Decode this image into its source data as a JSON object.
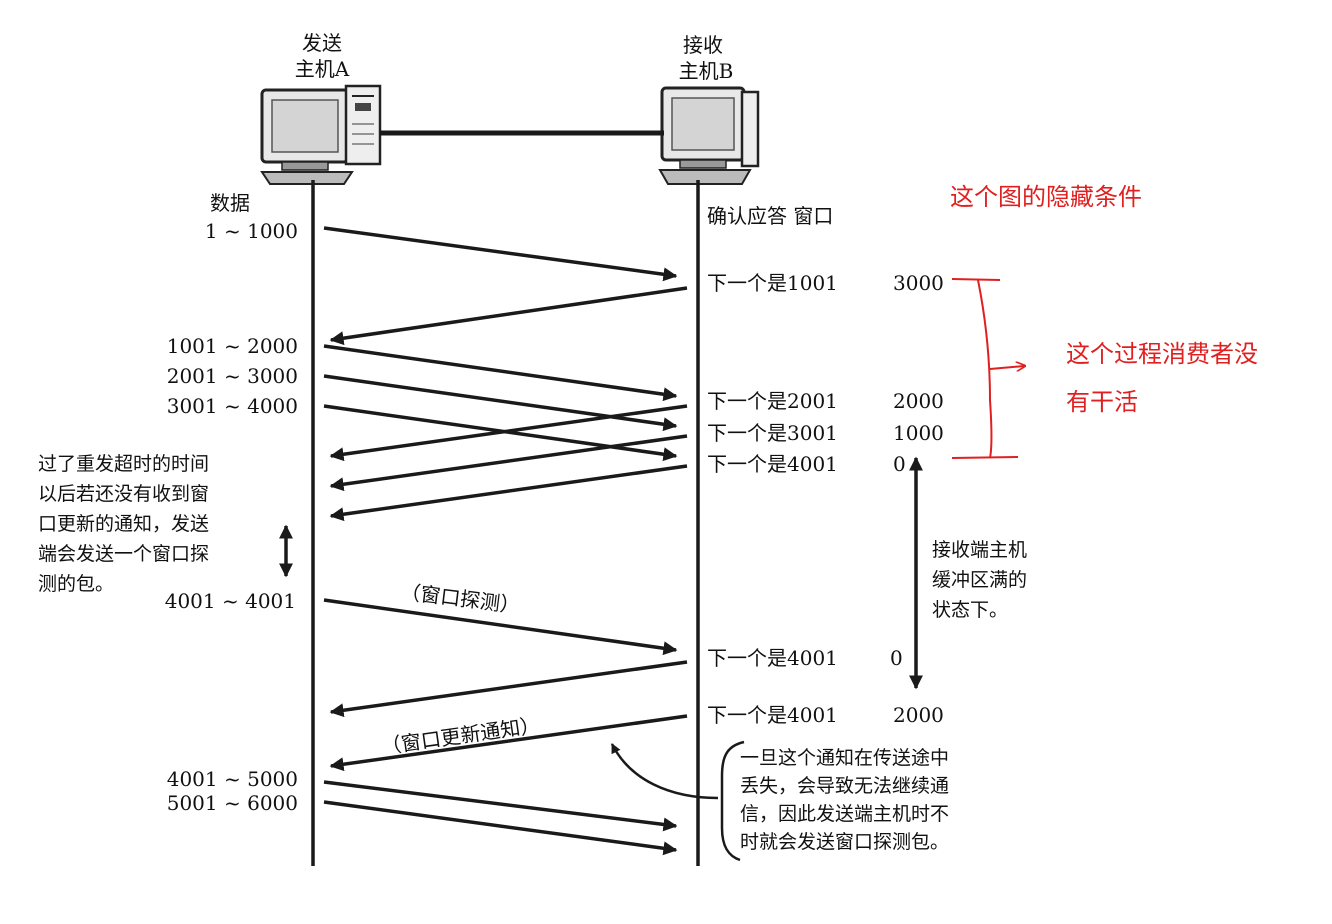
{
  "host_a": {
    "line1": "发送",
    "line2": "主机A"
  },
  "host_b": {
    "line1": "接收",
    "line2": "主机B"
  },
  "header_a": "数据",
  "header_b": "确认应答 窗口",
  "seg_1_1000": "1 ~ 1000",
  "seg_1001_2000": "1001 ~ 2000",
  "seg_2001_3000": "2001 ~ 3000",
  "seg_3001_4000": "3001 ~ 4000",
  "seg_probe": "4001 ~ 4001",
  "seg_4001_5000": "4001 ~ 5000",
  "seg_5001_6000": "5001 ~ 6000",
  "ack_1001": "下一个是1001",
  "win_3000": "3000",
  "ack_2001": "下一个是2001",
  "win_2000": "2000",
  "ack_3001": "下一个是3001",
  "win_1000": "1000",
  "ack_4001": "下一个是4001",
  "win_0": "0",
  "ack_4001_probe": "下一个是4001",
  "win_0_probe": "0",
  "ack_4001_update": "下一个是4001",
  "win_2000_update": "2000",
  "probe_label": "（窗口探测）",
  "update_label": "（窗口更新通知）",
  "note_timeout": [
    "过了重发超时的时间",
    "以后若还没有收到窗",
    "口更新的通知，发送",
    "端会发送一个窗口探",
    "测的包。"
  ],
  "note_buffer": [
    "接收端主机",
    "缓冲区满的",
    "状态下。"
  ],
  "note_lost": [
    "一旦这个通知在传送途中",
    "丢失，会导致无法继续通",
    "信，因此发送端主机时不",
    "时就会发送窗口探测包。"
  ],
  "annotation_hidden": "这个图的隐藏条件",
  "annotation_consumer": [
    "这个过程消费者没",
    "有干活"
  ]
}
